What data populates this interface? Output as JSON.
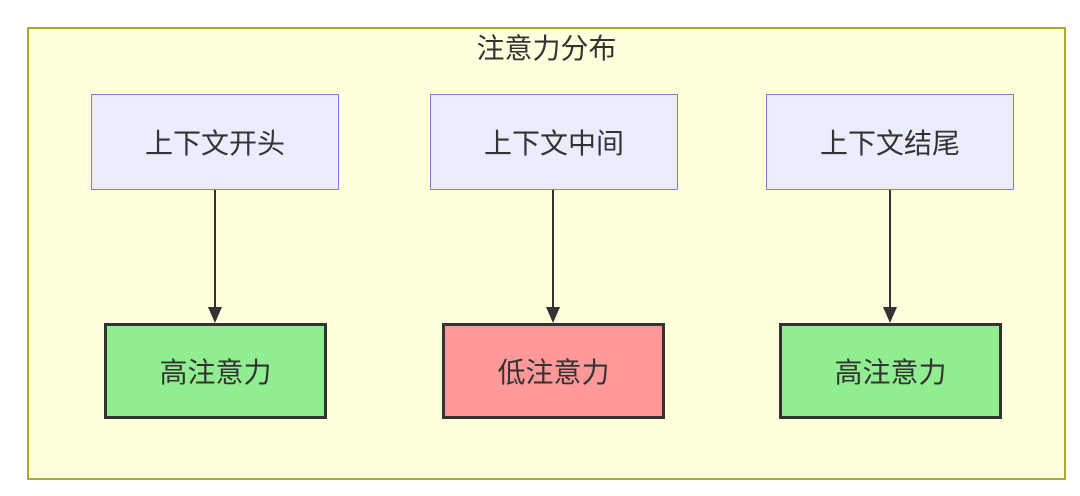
{
  "diagram": {
    "title": "注意力分布",
    "type": "flowchart-top-down",
    "nodes": {
      "top": [
        {
          "id": "context-start",
          "label": "上下文开头"
        },
        {
          "id": "context-middle",
          "label": "上下文中间"
        },
        {
          "id": "context-end",
          "label": "上下文结尾"
        }
      ],
      "bottom": [
        {
          "id": "attention-left",
          "label": "高注意力",
          "level": "high"
        },
        {
          "id": "attention-middle",
          "label": "低注意力",
          "level": "low"
        },
        {
          "id": "attention-right",
          "label": "高注意力",
          "level": "high"
        }
      ]
    },
    "edges": [
      {
        "from": "上下文开头",
        "to": "高注意力"
      },
      {
        "from": "上下文中间",
        "to": "低注意力"
      },
      {
        "from": "上下文结尾",
        "to": "高注意力"
      }
    ],
    "colors": {
      "canvas_background": "#FFFFDE",
      "canvas_border": "#AAAA33",
      "context_node_fill": "#ECECFF",
      "context_node_border": "#9370DB",
      "high_attention_fill": "#90EE90",
      "low_attention_fill": "#FF9999",
      "attention_node_border": "#333333",
      "arrow_color": "#333333",
      "text_color": "#333333"
    }
  }
}
